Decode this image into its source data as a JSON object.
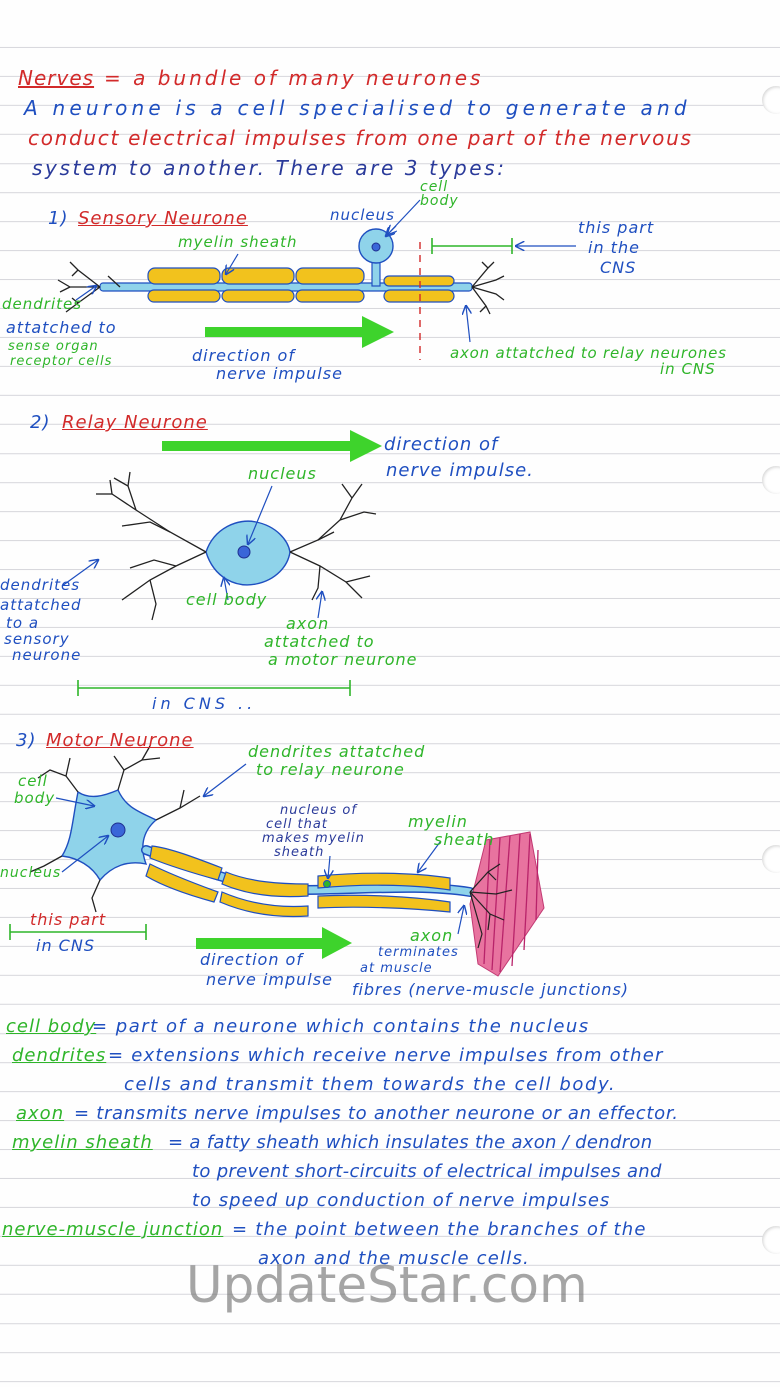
{
  "intro": {
    "nerves_word": "Nerves",
    "nerves_def": "= a bundle of many neurones",
    "line1": "A neurone is a cell specialised to generate and",
    "line2": "conduct electrical impulses from one part of the nervous",
    "line3": "system to another. There are 3 types:"
  },
  "sensory": {
    "number": "1)",
    "title": "Sensory Neurone",
    "label_cell_body": "cell body",
    "label_nucleus": "nucleus",
    "label_myelin": "myelin sheath",
    "label_this_part_1": "this part",
    "label_this_part_2": "in the",
    "label_this_part_3": "CNS",
    "label_dendrites_1": "dendrites",
    "label_dendrites_2": "attatched to",
    "label_dendrites_3": "sense organ",
    "label_dendrites_4": "receptor cells",
    "label_direction_1": "direction of",
    "label_direction_2": "nerve impulse",
    "label_axon_1": "axon attatched to relay neurones",
    "label_axon_2": "in CNS"
  },
  "relay": {
    "number": "2)",
    "title": "Relay Neurone",
    "label_direction_1": "direction of",
    "label_direction_2": "nerve impulse.",
    "label_nucleus": "nucleus",
    "label_cell_body": "cell body",
    "label_dendrites_1": "dendrites",
    "label_dendrites_2": "attatched",
    "label_dendrites_3": "to a",
    "label_dendrites_4": "sensory",
    "label_dendrites_5": "neurone",
    "label_axon_1": "axon",
    "label_axon_2": "attatched to",
    "label_axon_3": "a motor neurone",
    "label_in_cns": "in CNS .."
  },
  "motor": {
    "number": "3)",
    "title": "Motor Neurone",
    "label_dendrites_1": "dendrites attatched",
    "label_dendrites_2": "to relay neurone",
    "label_cell_body_1": "cell",
    "label_cell_body_2": "body",
    "label_nucleus": "nucleus",
    "label_nucleus_of_1": "nucleus of",
    "label_nucleus_of_2": "cell that",
    "label_nucleus_of_3": "makes myelin",
    "label_nucleus_of_4": "sheath",
    "label_myelin_1": "myelin",
    "label_myelin_2": "sheath",
    "label_this_part_1": "this part",
    "label_this_part_2": "in CNS",
    "label_direction_1": "direction of",
    "label_direction_2": "nerve impulse",
    "label_axon_1": "axon",
    "label_axon_2": "terminates",
    "label_axon_3": "at muscle",
    "label_axon_4": "fibres (nerve-muscle junctions)"
  },
  "definitions": [
    {
      "term": "cell body",
      "text": "= part of a neurone which contains the nucleus"
    },
    {
      "term": "dendrites",
      "text": "= extensions which receive nerve impulses from other",
      "cont": "cells and transmit them towards the cell body."
    },
    {
      "term": "axon",
      "text": "= transmits nerve impulses to another neurone or an effector."
    },
    {
      "term": "myelin sheath",
      "text": "= a fatty sheath which insulates the axon / dendron",
      "cont": "to prevent short-circuits of electrical impulses and",
      "cont2": "to speed up conduction of nerve impulses"
    },
    {
      "term": "nerve-muscle junction",
      "text": "= the point between the branches of the",
      "cont": "axon and the muscle cells."
    }
  ],
  "watermark": "UpdateStar.com",
  "colors": {
    "ink_blue": "#1f4fc0",
    "ink_red": "#d22a2a",
    "ink_green": "#2fb52a",
    "myelin_yellow": "#f2c21d",
    "axon_blue": "#8fd3ea",
    "muscle_pink": "#e0609c"
  }
}
